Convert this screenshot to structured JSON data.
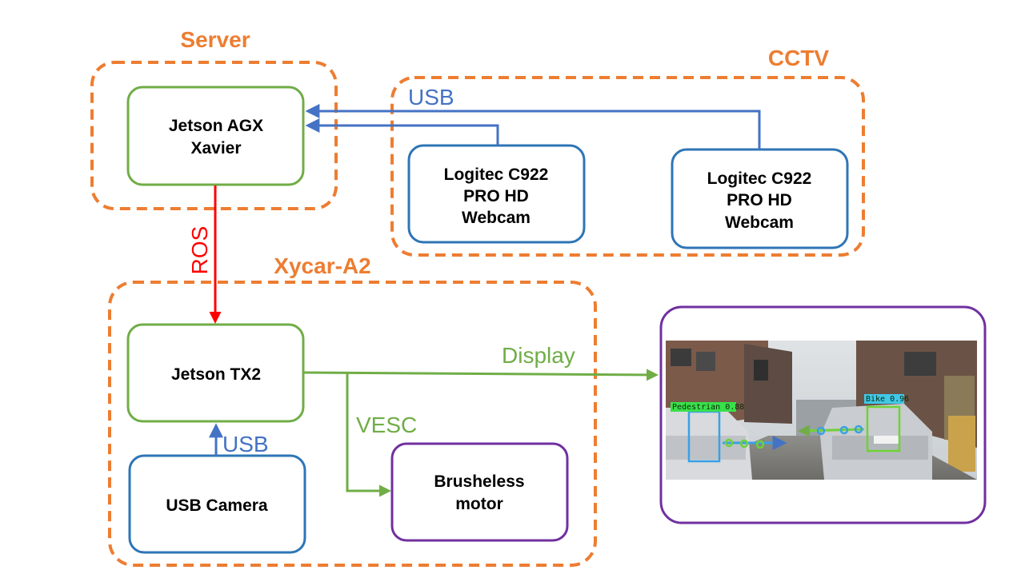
{
  "colors": {
    "orange": "#ED7D31",
    "green": "#70AD47",
    "blue": "#2E75B6",
    "usb_blue": "#4472C4",
    "purple": "#7030A0",
    "red": "#FF0000"
  },
  "groups": {
    "server": "Server",
    "cctv": "CCTV",
    "xycar": "Xycar-A2"
  },
  "nodes": {
    "agx": [
      "Jetson AGX",
      "Xavier"
    ],
    "webcam_left": [
      "Logitec C922",
      "PRO HD",
      "Webcam"
    ],
    "webcam_right": [
      "Logitec C922",
      "PRO HD",
      "Webcam"
    ],
    "tx2": [
      "Jetson TX2"
    ],
    "usb_camera": [
      "USB Camera"
    ],
    "motor": [
      "Brusheless",
      "motor"
    ]
  },
  "edges": {
    "usb_cctv": "USB",
    "ros": "ROS",
    "display": "Display",
    "vesc": "VESC",
    "usb_camera": "USB"
  },
  "detection": {
    "pedestrian": "Pedestrian 0.88",
    "bike": "Bike 0.96"
  }
}
